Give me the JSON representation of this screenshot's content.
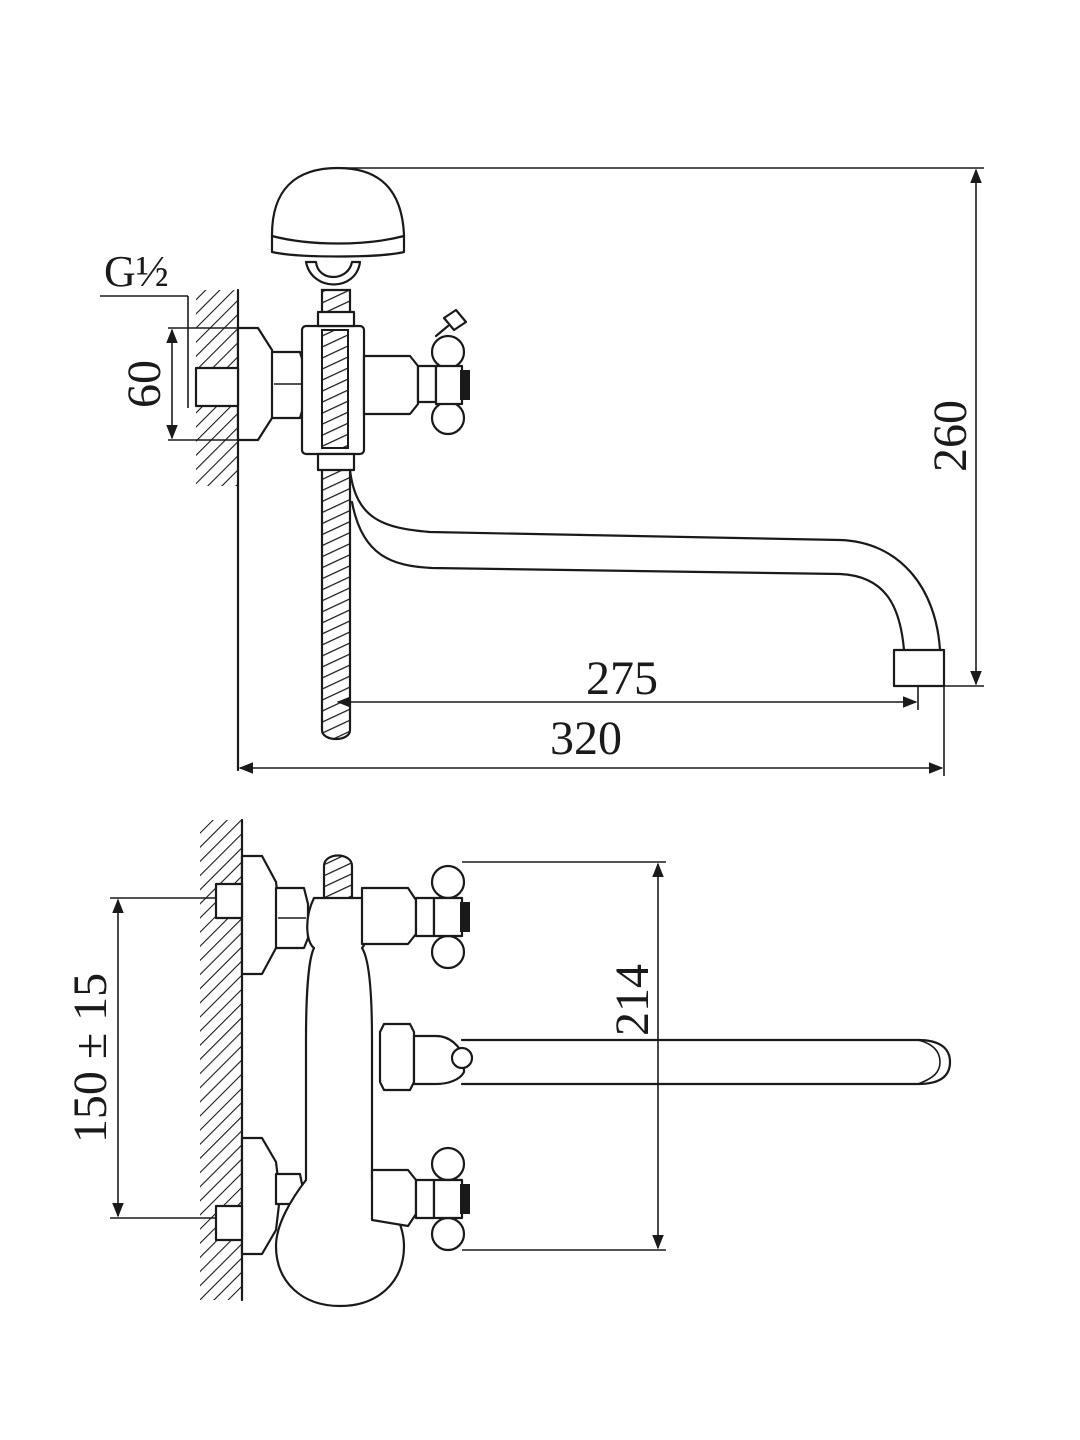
{
  "dimensions": {
    "thread": "G½",
    "wall_offset": "60",
    "height": "260",
    "spout_reach": "275",
    "overall_length": "320",
    "center_distance": "150 ± 15",
    "handle_span": "214"
  }
}
